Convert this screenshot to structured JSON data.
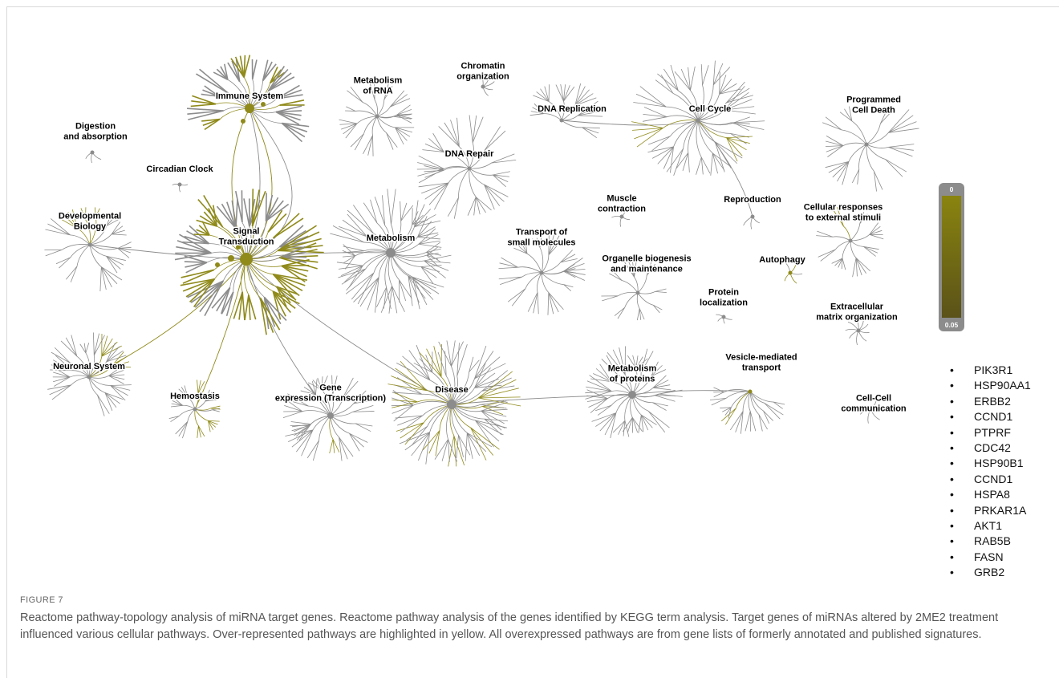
{
  "figure": {
    "label": "FIGURE 7",
    "caption": "Reactome pathway-topology analysis of miRNA target genes. Reactome pathway analysis of the genes identified by KEGG term analysis. Target genes of miRNAs altered by 2ME2 treatment influenced various cellular pathways. Over-represented pathways are highlighted in yellow. All overexpressed pathways are from gene lists of formerly annotated and published signatures."
  },
  "colors": {
    "gray": "#8c8c8c",
    "yellow": "#8f8a1a",
    "scale_top": "#8a8410",
    "scale_bottom": "#5a5218",
    "scale_frame": "#8c8c8c"
  },
  "pathways": [
    {
      "id": "immune-system",
      "lines": [
        "Immune System"
      ]
    },
    {
      "id": "metabolism-of-rna",
      "lines": [
        "Metabolism",
        "of RNA"
      ]
    },
    {
      "id": "chromatin-organization",
      "lines": [
        "Chromatin",
        "organization"
      ]
    },
    {
      "id": "dna-replication",
      "lines": [
        "DNA Replication"
      ]
    },
    {
      "id": "cell-cycle",
      "lines": [
        "Cell Cycle"
      ]
    },
    {
      "id": "programmed-cell-death",
      "lines": [
        "Programmed",
        "Cell Death"
      ]
    },
    {
      "id": "digestion-and-absorption",
      "lines": [
        "Digestion",
        "and absorption"
      ]
    },
    {
      "id": "circadian-clock",
      "lines": [
        "Circadian Clock"
      ]
    },
    {
      "id": "dna-repair",
      "lines": [
        "DNA Repair"
      ]
    },
    {
      "id": "developmental-biology",
      "lines": [
        "Developmental",
        "Biology"
      ]
    },
    {
      "id": "signal-transduction",
      "lines": [
        "Signal",
        "Transduction"
      ]
    },
    {
      "id": "metabolism",
      "lines": [
        "Metabolism"
      ]
    },
    {
      "id": "muscle-contraction",
      "lines": [
        "Muscle",
        "contraction"
      ]
    },
    {
      "id": "reproduction",
      "lines": [
        "Reproduction"
      ]
    },
    {
      "id": "cellular-responses",
      "lines": [
        "Cellular responses",
        "to external stimuli"
      ]
    },
    {
      "id": "transport-of-small-molecules",
      "lines": [
        "Transport of",
        "small molecules"
      ]
    },
    {
      "id": "organelle-biogenesis",
      "lines": [
        "Organelle biogenesis",
        "and maintenance"
      ]
    },
    {
      "id": "autophagy",
      "lines": [
        "Autophagy"
      ]
    },
    {
      "id": "protein-localization",
      "lines": [
        "Protein",
        "localization"
      ]
    },
    {
      "id": "extracellular-matrix",
      "lines": [
        "Extracellular",
        "matrix organization"
      ]
    },
    {
      "id": "neuronal-system",
      "lines": [
        "Neuronal System"
      ]
    },
    {
      "id": "hemostasis",
      "lines": [
        "Hemostasis"
      ]
    },
    {
      "id": "gene-expression",
      "lines": [
        "Gene",
        "expression (Transcription)"
      ]
    },
    {
      "id": "disease",
      "lines": [
        "Disease"
      ]
    },
    {
      "id": "metabolism-of-proteins",
      "lines": [
        "Metabolism",
        "of proteins"
      ]
    },
    {
      "id": "vesicle-mediated-transport",
      "lines": [
        "Vesicle-mediated",
        "transport"
      ]
    },
    {
      "id": "cell-cell-communication",
      "lines": [
        "Cell-Cell",
        "communication"
      ]
    }
  ],
  "scale": {
    "top_label": "0",
    "bottom_label": "0.05"
  },
  "genes": [
    "PIK3R1",
    "HSP90AA1",
    "ERBB2",
    "CCND1",
    "PTPRF",
    "CDC42",
    "HSP90B1",
    "CCND1",
    "HSPA8",
    "PRKAR1A",
    "AKT1",
    "RAB5B",
    "FASN",
    "GRB2"
  ],
  "bullet": "•"
}
